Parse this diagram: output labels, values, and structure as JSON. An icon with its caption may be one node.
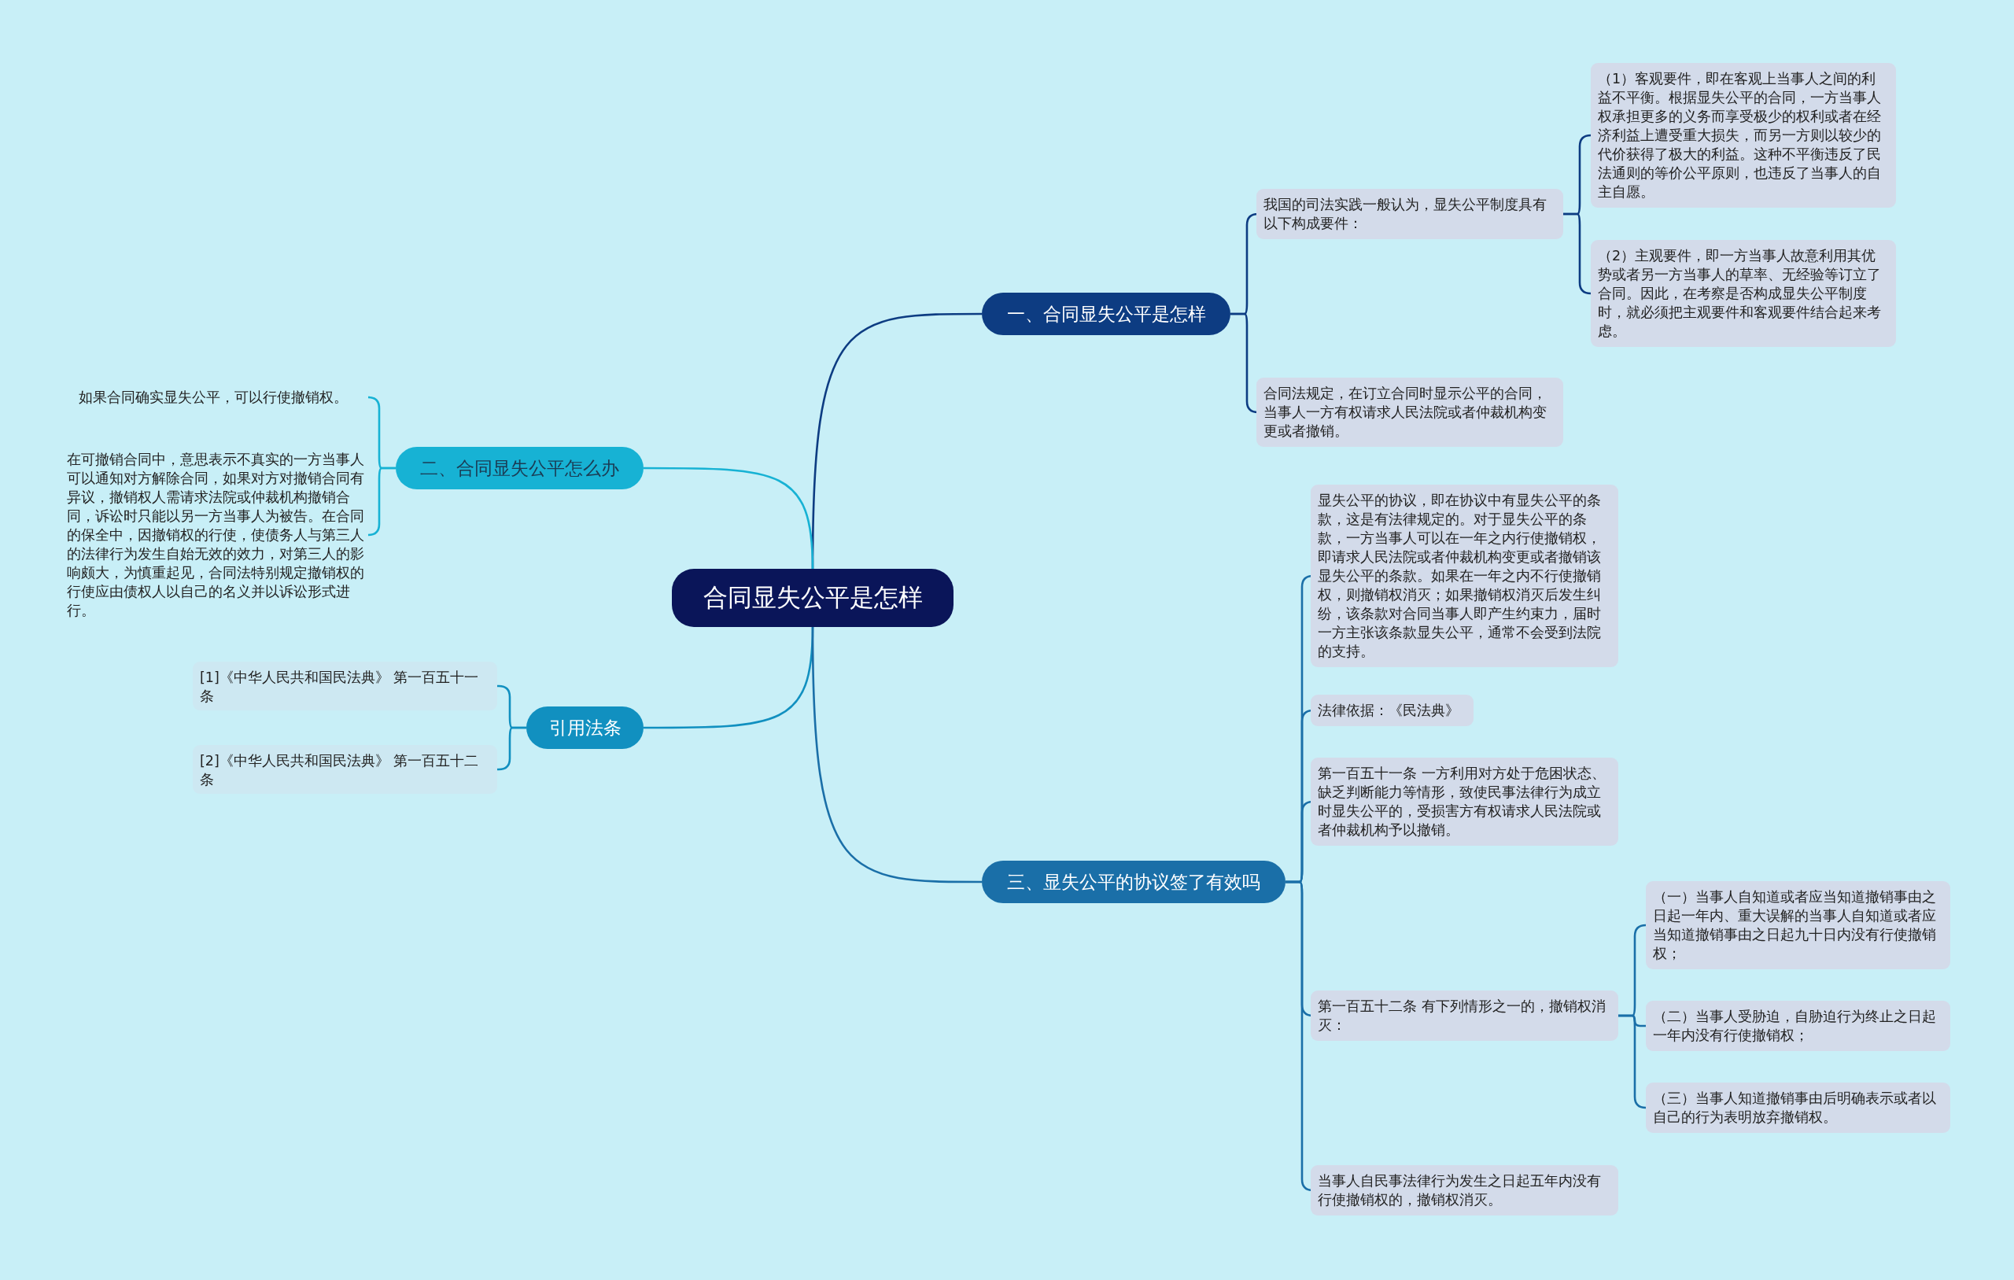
{
  "diagram": {
    "nodes": [
      {
        "text": [
          "合同显失公平是怎样"
        ]
      },
      {
        "text": [
          "一、合同显失公平是怎样"
        ]
      },
      {
        "text": [
          "我国的司法实践一般认为，显失公平制度具有以下构成要件："
        ]
      },
      {
        "text": [
          "（1）客观要件，即在客观上当事人之间的利益不平衡。根据显失公平的合同，一方当事人权承担更多的义务而享受极少的权利或者在经济利益上遭受重大损失，而另一方则以较少的代价获得了极大的利益。这种不平衡违反了民法通则的等价公平原则，也违反了当事人的自主自愿。"
        ]
      },
      {
        "text": [
          "（2）主观要件，即一方当事人故意利用其优势或者另一方当事人的草率、无经验等订立了合同。因此，在考察是否构成显失公平制度时，就必须把主观要件和客观要件结合起来考虑。"
        ]
      },
      {
        "text": [
          "合同法规定，在订立合同时显示公平的合同，当事人一方有权请求人民法院或者仲裁机构变更或者撤销。"
        ]
      },
      {
        "text": [
          "二、合同显失公平怎么办"
        ]
      },
      {
        "text": [
          "如果合同确实显失公平，可以行使撤销权。"
        ]
      },
      {
        "text": [
          "在可撤销合同中，意思表示不真实的一方当事人可以通知对方解除合同，如果对方对撤销合同有异议，撤销权人需请求法院或仲裁机构撤销合同，诉讼时只能以另一方当事人为被告。在合同的保全中，因撤销权的行使，使债务人与第三人的法律行为发生自始无效的效力，对第三人的影响颇大，为慎重起见，合同法特别规定撤销权的行使应由债权人以自己的名义并以诉讼形式进行。"
        ]
      },
      {
        "text": [
          "引用法条"
        ]
      },
      {
        "text": [
          "[1]《中华人民共和国民法典》 第一百五十一条"
        ]
      },
      {
        "text": [
          "[2]《中华人民共和国民法典》 第一百五十二条"
        ]
      },
      {
        "text": [
          "三、显失公平的协议签了有效吗"
        ]
      },
      {
        "text": [
          "显失公平的协议，即在协议中有显失公平的条款，这是有法律规定的。对于显失公平的条款，一方当事人可以在一年之内行使撤销权，即请求人民法院或者仲裁机构变更或者撤销该显失公平的条款。如果在一年之内不行使撤销权，则撤销权消灭；如果撤销权消灭后发生纠纷，该条款对合同当事人即产生约束力，届时一方主张该条款显失公平，通常不会受到法院的支持。"
        ]
      },
      {
        "text": [
          "法律依据：《民法典》"
        ]
      },
      {
        "text": [
          "第一百五十一条 一方利用对方处于危困状态、缺乏判断能力等情形，致使民事法律行为成立时显失公平的，受损害方有权请求人民法院或者仲裁机构予以撤销。"
        ]
      },
      {
        "text": [
          "第一百五十二条 有下列情形之一的，撤销权消灭："
        ]
      },
      {
        "text": [
          "（一）当事人自知道或者应当知道撤销事由之日起一年内、重大误解的当事人自知道或者应当知道撤销事由之日起九十日内没有行使撤销权；"
        ]
      },
      {
        "text": [
          "（二）当事人受胁迫，自胁迫行为终止之日起一年内没有行使撤销权；"
        ]
      },
      {
        "text": [
          "（三）当事人知道撤销事由后明确表示或者以自己的行为表明放弃撤销权。"
        ]
      },
      {
        "text": [
          "当事人自民事法律行为发生之日起五年内没有行使撤销权的，撤销权消灭。"
        ]
      }
    ],
    "edges": [
      {
        "from": 0,
        "to": 1,
        "arrow": "none",
        "color": "#0d3c82"
      },
      {
        "from": 1,
        "to": 2,
        "arrow": "none",
        "color": "#0d3c82"
      },
      {
        "from": 2,
        "to": 3,
        "arrow": "none",
        "color": "#0d3c82"
      },
      {
        "from": 2,
        "to": 4,
        "arrow": "none",
        "color": "#0d3c82"
      },
      {
        "from": 1,
        "to": 5,
        "arrow": "none",
        "color": "#0d3c82"
      },
      {
        "from": 0,
        "to": 6,
        "arrow": "none",
        "color": "#17b2d4"
      },
      {
        "from": 6,
        "to": 7,
        "arrow": "none",
        "color": "#17b2d4"
      },
      {
        "from": 6,
        "to": 8,
        "arrow": "none",
        "color": "#17b2d4"
      },
      {
        "from": 0,
        "to": 9,
        "arrow": "none",
        "color": "#1190c0"
      },
      {
        "from": 9,
        "to": 10,
        "arrow": "none",
        "color": "#1190c0"
      },
      {
        "from": 9,
        "to": 11,
        "arrow": "none",
        "color": "#1190c0"
      },
      {
        "from": 0,
        "to": 12,
        "arrow": "none"
      },
      {
        "from": 12,
        "to": 13,
        "arrow": "none"
      },
      {
        "from": 12,
        "to": 14,
        "arrow": "none"
      },
      {
        "from": 12,
        "to": 15,
        "arrow": "none"
      },
      {
        "from": 12,
        "to": 16,
        "arrow": "none"
      },
      {
        "from": 16,
        "to": 17,
        "arrow": "none"
      },
      {
        "from": 16,
        "to": 18,
        "arrow": "none"
      },
      {
        "from": 16,
        "to": 19,
        "arrow": "none"
      },
      {
        "from": 12,
        "to": 20,
        "arrow": "none"
      }
    ]
  }
}
